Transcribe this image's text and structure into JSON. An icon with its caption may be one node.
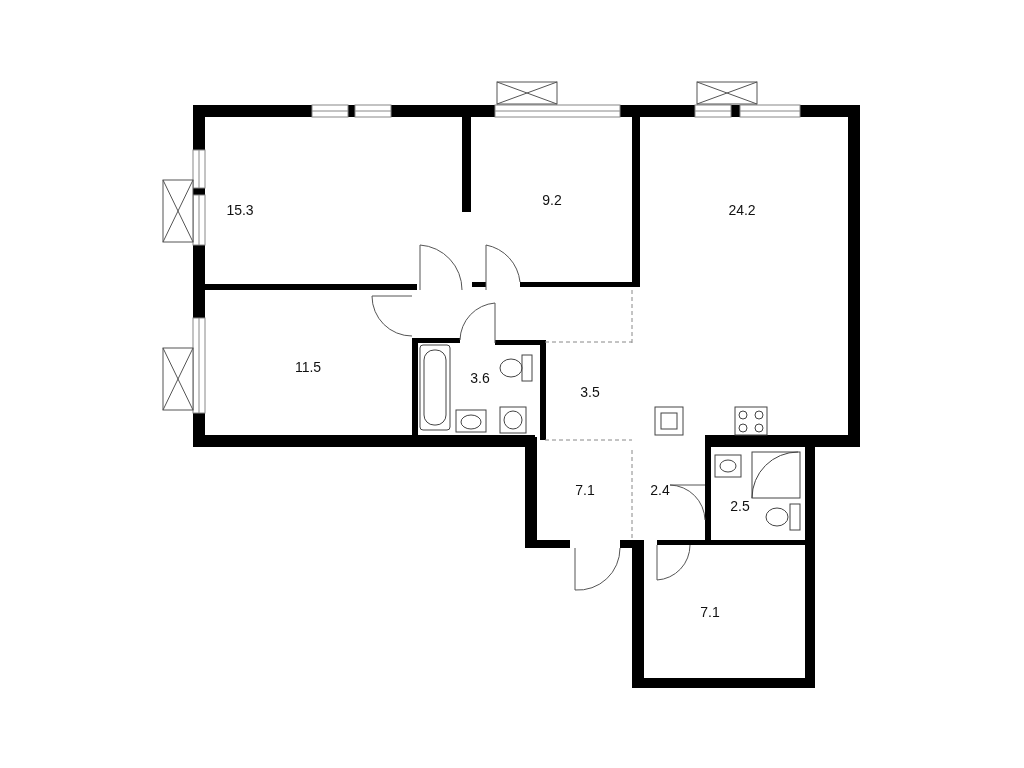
{
  "diagram": {
    "nodes": [
      {
        "text": [
          "15.3"
        ]
      },
      {
        "text": [
          "9.2"
        ]
      },
      {
        "text": [
          "24.2"
        ]
      },
      {
        "text": [
          "11.5"
        ]
      },
      {
        "text": [
          "3.6"
        ]
      },
      {
        "text": [
          "3.5"
        ]
      },
      {
        "text": [
          "7.1"
        ]
      },
      {
        "text": [
          "2.4"
        ]
      },
      {
        "text": [
          "2.5"
        ]
      },
      {
        "text": [
          "7.1"
        ]
      }
    ]
  }
}
